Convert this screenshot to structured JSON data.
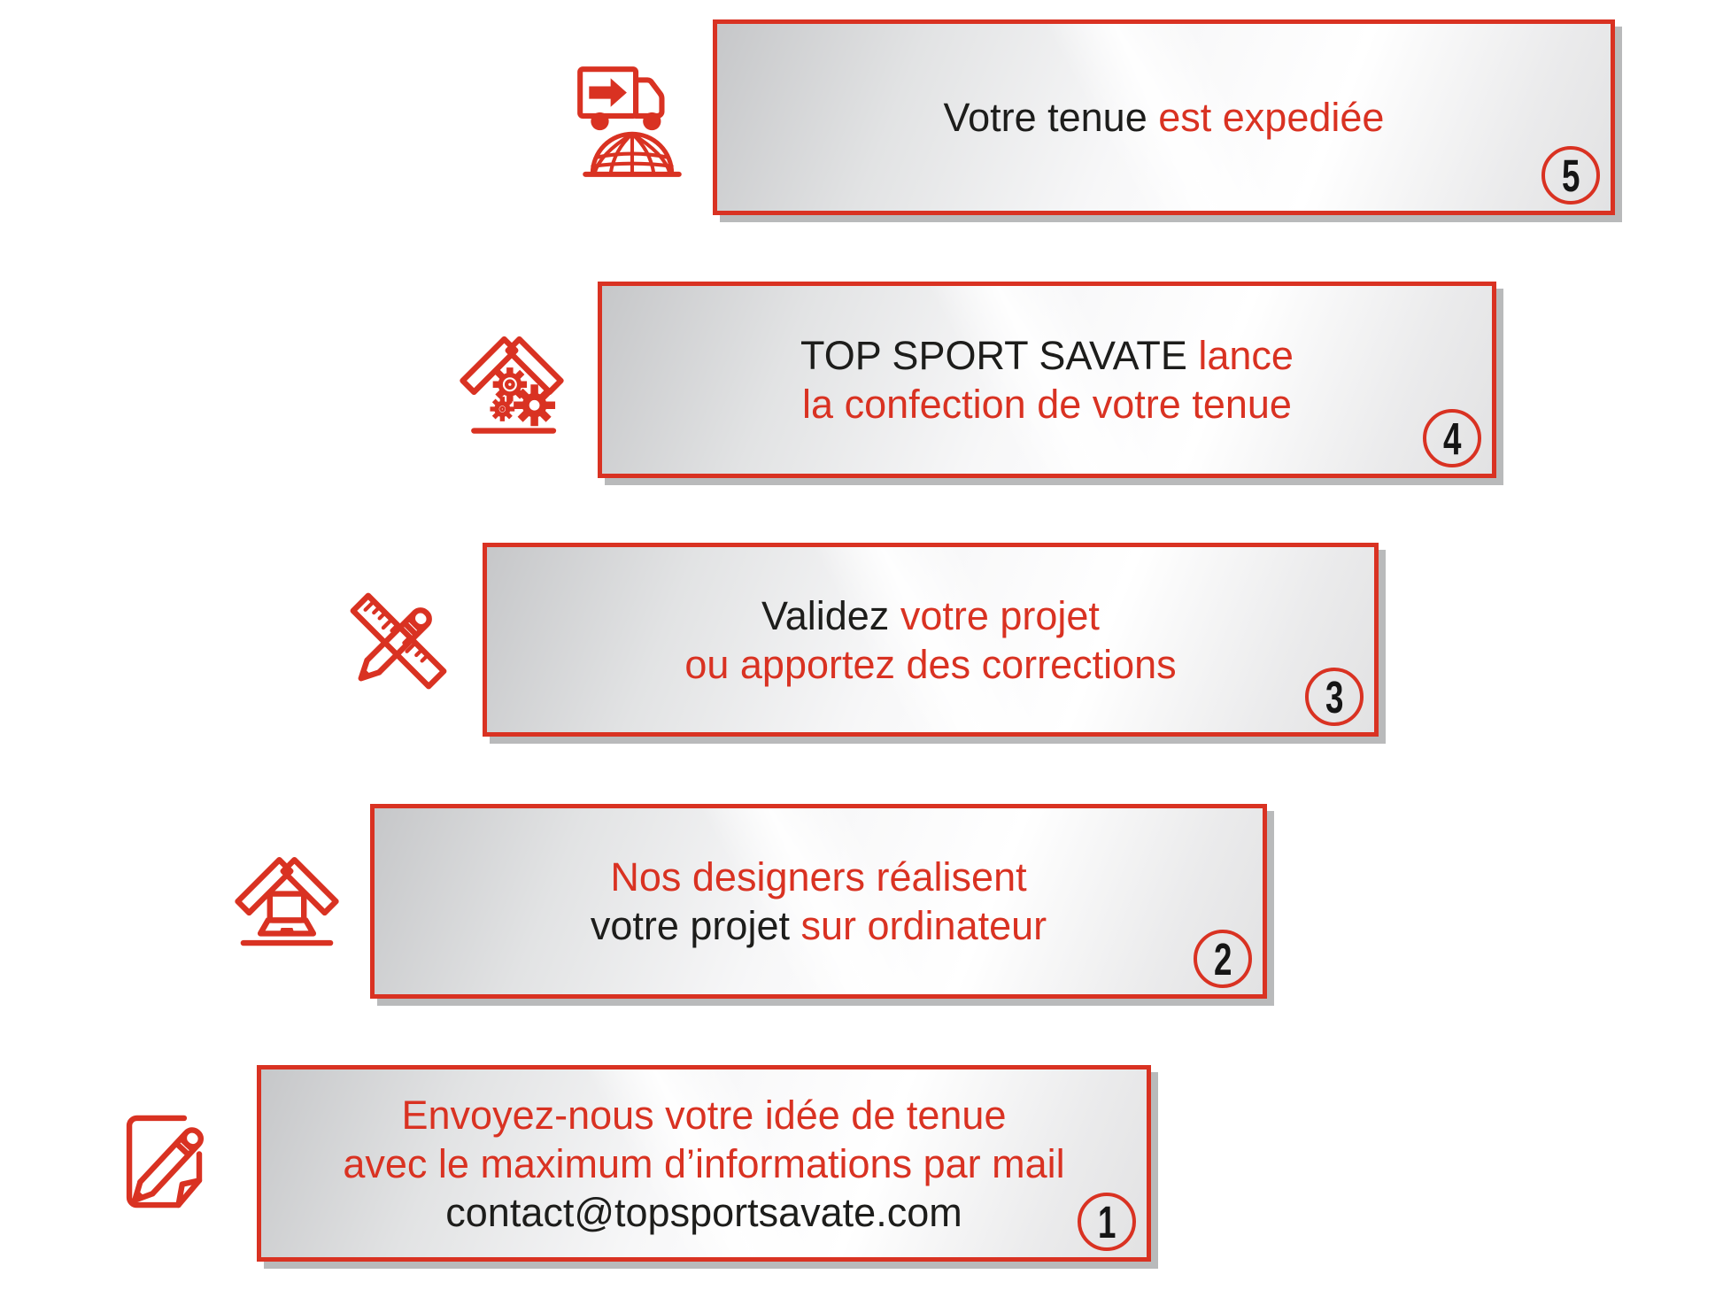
{
  "title": "TOP SPORT SAVATE ordering process infographic",
  "colors": {
    "accent_red": "#d93222",
    "text_black": "#1d1d1b",
    "panel_shadow": "#b9babb",
    "panel_gradient": [
      "#c6c7c9",
      "#f7f7f8",
      "#ffffff",
      "#e2e2e3"
    ],
    "background": "#ffffff"
  },
  "steps": [
    {
      "number": "1",
      "icon": "note-and-pencil-icon",
      "lines": [
        {
          "segments": [
            {
              "t": "Envoyez-nous votre idée de tenue",
              "c": "red"
            }
          ]
        },
        {
          "segments": [
            {
              "t": "avec le maximum d’informations par mail",
              "c": "red"
            }
          ]
        },
        {
          "segments": [
            {
              "t": "contact@topsportsavate.com",
              "c": "black"
            }
          ]
        }
      ]
    },
    {
      "number": "2",
      "icon": "design-computer-icon",
      "lines": [
        {
          "segments": [
            {
              "t": "Nos designers réalisent",
              "c": "red"
            }
          ]
        },
        {
          "segments": [
            {
              "t": "votre projet ",
              "c": "black"
            },
            {
              "t": "sur ordinateur",
              "c": "red"
            }
          ]
        }
      ]
    },
    {
      "number": "3",
      "icon": "pencil-and-ruler-icon",
      "lines": [
        {
          "segments": [
            {
              "t": "Validez ",
              "c": "black"
            },
            {
              "t": "votre projet",
              "c": "red"
            }
          ]
        },
        {
          "segments": [
            {
              "t": "ou apportez des corrections",
              "c": "red"
            }
          ]
        }
      ]
    },
    {
      "number": "4",
      "icon": "workshop-gears-icon",
      "lines": [
        {
          "segments": [
            {
              "t": "TOP SPORT SAVATE ",
              "c": "black"
            },
            {
              "t": "lance",
              "c": "red"
            }
          ]
        },
        {
          "segments": [
            {
              "t": "la confection de votre tenue",
              "c": "red"
            }
          ]
        }
      ]
    },
    {
      "number": "5",
      "icon": "delivery-truck-worldwide-icon",
      "lines": [
        {
          "segments": [
            {
              "t": "Votre tenue ",
              "c": "black"
            },
            {
              "t": "est expediée",
              "c": "red"
            }
          ]
        }
      ]
    }
  ]
}
